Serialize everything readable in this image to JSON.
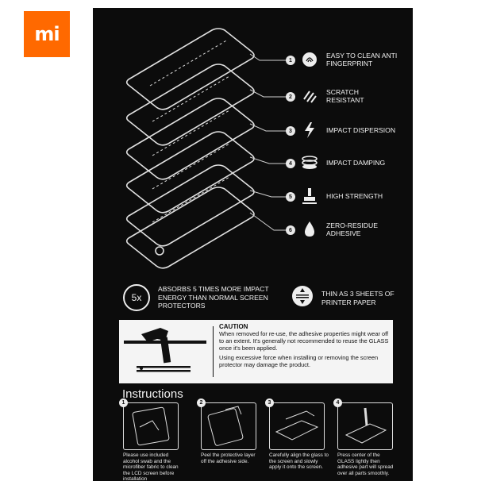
{
  "logo": {
    "text": "mi",
    "color": "#ff6900"
  },
  "features": [
    {
      "num": "1",
      "icon": "fingerprint-icon",
      "label": "EASY TO CLEAN ANTI FINGERPRINT"
    },
    {
      "num": "2",
      "icon": "scratch-icon",
      "label": "SCRATCH RESISTANT"
    },
    {
      "num": "3",
      "icon": "lightning-icon",
      "label": "IMPACT DISPERSION"
    },
    {
      "num": "4",
      "icon": "damping-icon",
      "label": "IMPACT DAMPING"
    },
    {
      "num": "5",
      "icon": "hand-press-icon",
      "label": "HIGH STRENGTH"
    },
    {
      "num": "6",
      "icon": "drop-icon",
      "label": "ZERO-RESIDUE ADHESIVE"
    }
  ],
  "absorb": {
    "badge": "5x",
    "text": "ABSORBS 5 TIMES MORE IMPACT ENERGY THAN NORMAL SCREEN PROTECTORS"
  },
  "thin": {
    "text": "THIN AS 3 SHEETS OF PRINTER PAPER"
  },
  "caution": {
    "title": "CAUTION",
    "para1": "When removed for re-use, the adhesive properties might wear off to an extent. It's generally not recommended to reuse the GLASS once it's been applied.",
    "para2": "Using excessive force when installing or removing the screen protector may damage the product."
  },
  "instructions": {
    "title": "Instructions",
    "steps": [
      {
        "num": "1",
        "caption": "Please use included alcohol swab and the microfiber fabric to clean the LCD screen before installation"
      },
      {
        "num": "2",
        "caption": "Peel the protective layer off the adhesive side."
      },
      {
        "num": "3",
        "caption": "Carefully align the glass to the screen and slowly apply it onto the screen."
      },
      {
        "num": "4",
        "caption": "Press center of the GLASS lightly then adhesive part will spread over all parts smoothly."
      }
    ]
  },
  "colors": {
    "card": "#0c0c0c",
    "text": "#f2f2f2"
  }
}
